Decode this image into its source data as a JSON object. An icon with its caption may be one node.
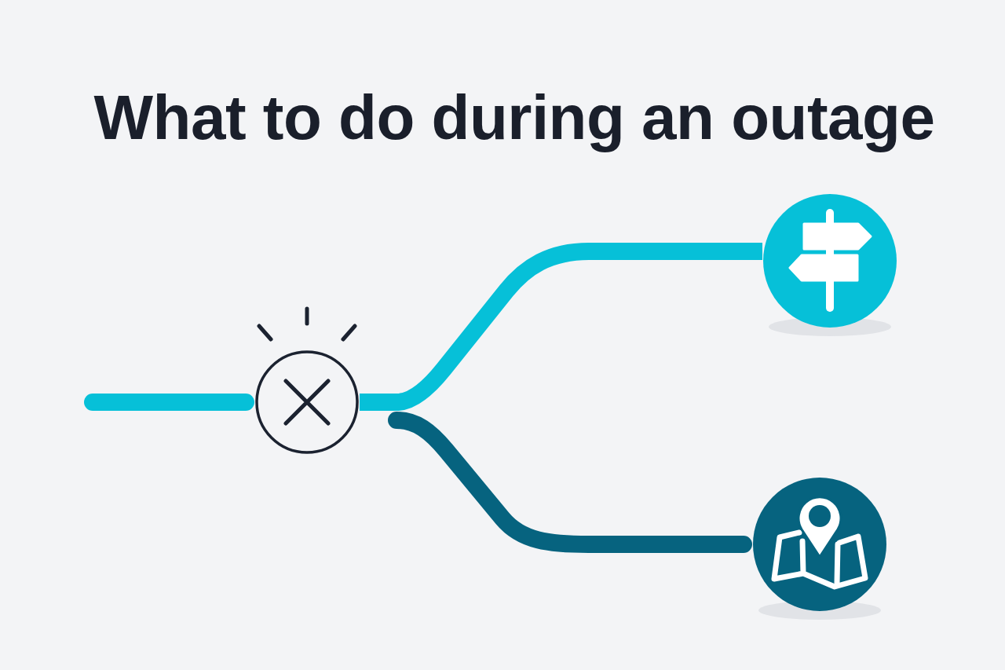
{
  "diagram": {
    "title": "What to do during an outage",
    "nodes": [
      {
        "text": [],
        "shape": "circle"
      },
      {
        "text": [],
        "shape": "picture"
      },
      {
        "text": [],
        "shape": "picture"
      }
    ],
    "edges": [
      {
        "from": null,
        "to": 0,
        "arrow": "none"
      },
      {
        "from": 0,
        "to": 1,
        "arrow": "none"
      },
      {
        "from": 0,
        "to": 2,
        "arrow": "none",
        "color": "#06637f"
      }
    ]
  }
}
